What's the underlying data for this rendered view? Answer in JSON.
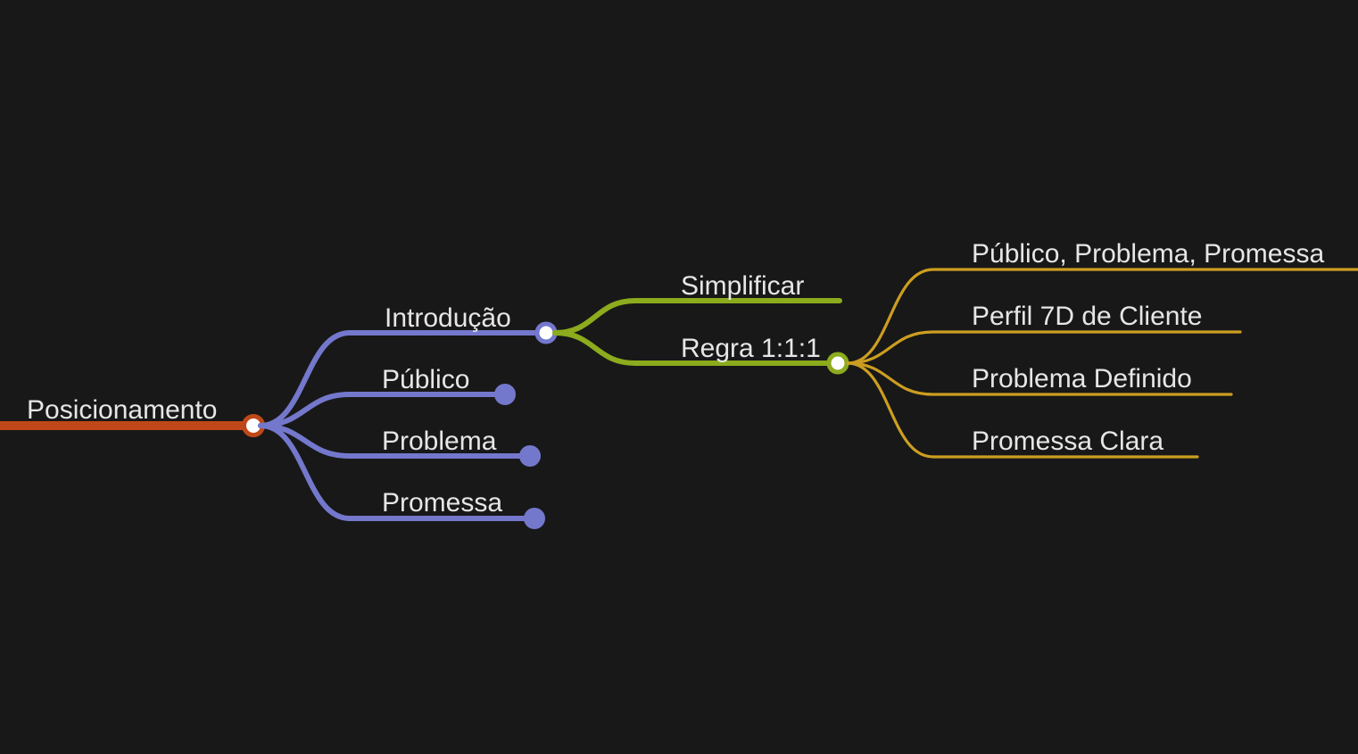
{
  "colors": {
    "background": "#181818",
    "text": "#e6e6e6",
    "root_branch": "#c04818",
    "level1_branch": "#7478cc",
    "level2_branch": "#8cab1d",
    "level3_branch": "#cc9e20",
    "connector_fill": "#ffffff"
  },
  "mindmap": {
    "root": {
      "label": "Posicionamento",
      "children": [
        {
          "label": "Introdução",
          "children": [
            {
              "label": "Simplificar"
            },
            {
              "label": "Regra 1:1:1",
              "children": [
                {
                  "label": "Público, Problema, Promessa"
                },
                {
                  "label": "Perfil 7D de Cliente"
                },
                {
                  "label": "Problema Definido"
                },
                {
                  "label": "Promessa Clara"
                }
              ]
            }
          ]
        },
        {
          "label": "Público"
        },
        {
          "label": "Problema"
        },
        {
          "label": "Promessa"
        }
      ]
    }
  }
}
